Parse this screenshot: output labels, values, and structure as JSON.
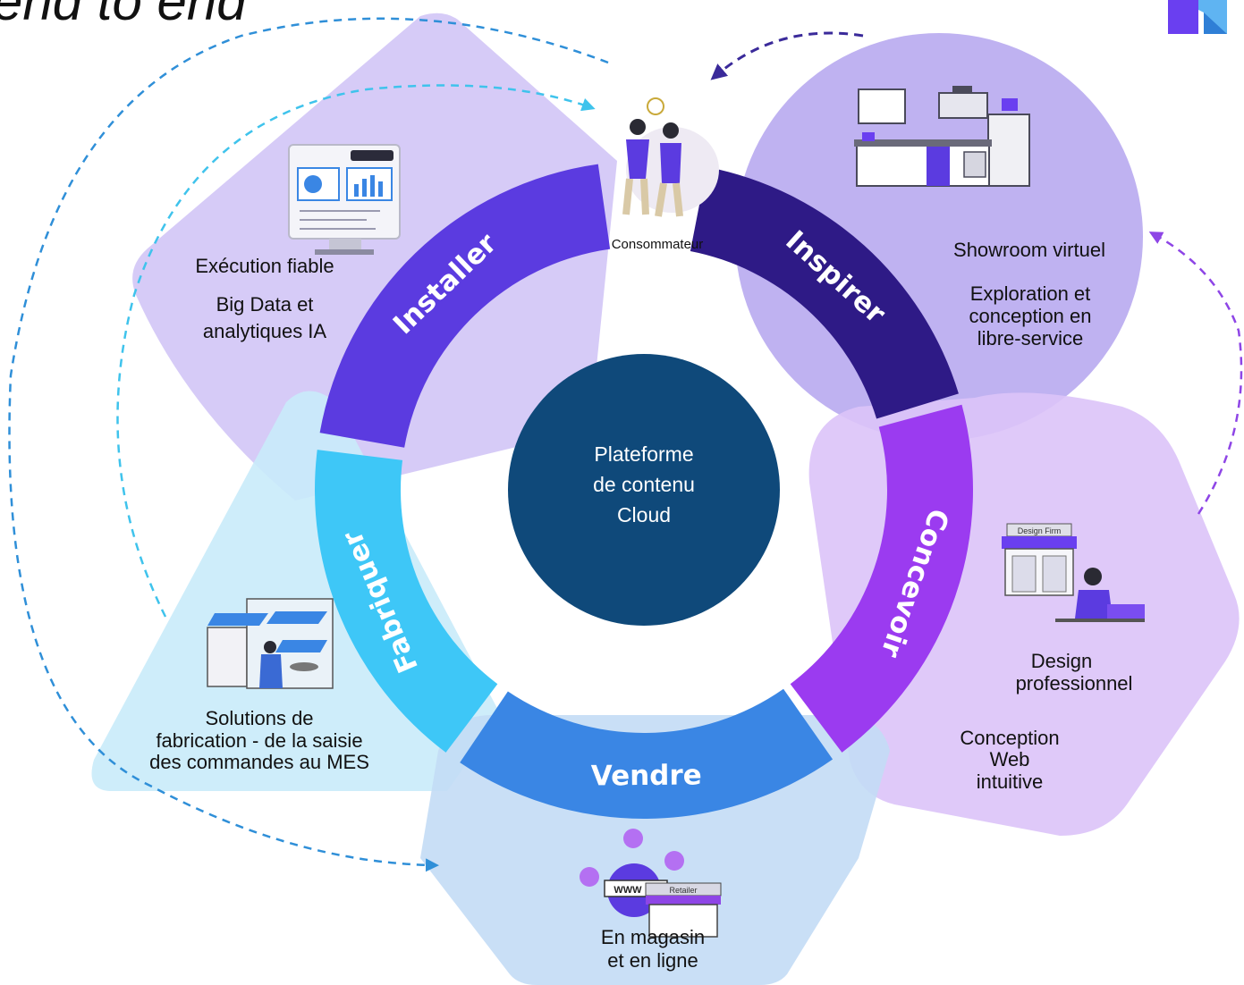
{
  "title": "end to end",
  "center": {
    "lines": [
      "Plateforme",
      "de  contenu",
      "Cloud"
    ]
  },
  "consumer": {
    "label": "Consommateur"
  },
  "ring": {
    "inspirer": "Inspirer",
    "concevoir": "Concevoir",
    "vendre": "Vendre",
    "fabriquer": "Fabriquer",
    "installer": "Installer"
  },
  "installer_panel": {
    "line1": "Exécution fiable",
    "line2": "Big Data et",
    "line3": "analytiques IA"
  },
  "inspirer_panel": {
    "line1": "Showroom virtuel",
    "line2": "Exploration et",
    "line3": "conception en",
    "line4": "libre-service"
  },
  "concevoir_panel": {
    "line1": "Design",
    "line2": "professionnel",
    "line3": "Conception",
    "line4": "Web",
    "line5": "intuitive",
    "sign": "Design Firm"
  },
  "fabriquer_panel": {
    "line1": "Solutions de",
    "line2": "fabrication - de la saisie",
    "line3": "des commandes au MES"
  },
  "vendre_panel": {
    "line1": "En magasin",
    "line2": "et en ligne",
    "www": "WWW",
    "retailer": "Retailer"
  },
  "colors": {
    "installer": "#5b3be0",
    "inspirer": "#2e1a86",
    "concevoir": "#9b3bf0",
    "vendre": "#3a86e4",
    "fabriquer": "#3ec7f7",
    "center": "#0f497a"
  }
}
